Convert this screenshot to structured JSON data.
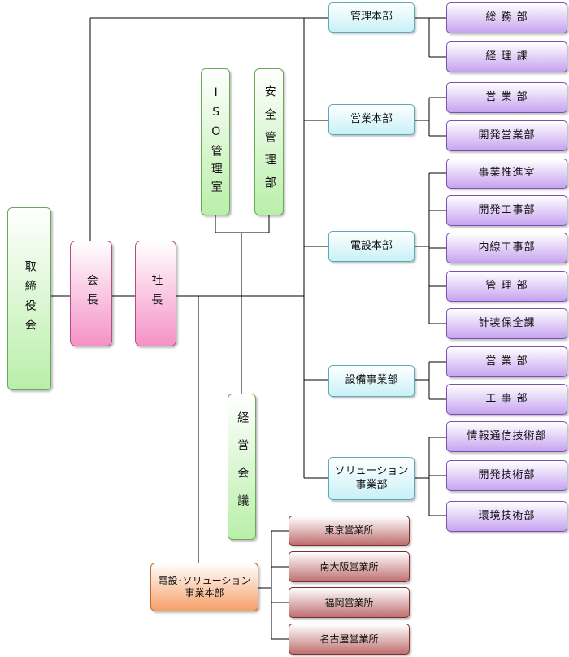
{
  "nodes": {
    "board": "取締役会",
    "chairman": "会長",
    "president": "社長",
    "iso": "ISO管理室",
    "safety": "安全管理部",
    "management_meeting": "経営会議",
    "admin_hq": "管理本部",
    "sales_hq": "営業本部",
    "electrical_hq": "電設本部",
    "equipment_div": "設備事業部",
    "solution_div": "ソリューション\n事業部",
    "es_hq": "電設･ソリューション\n事業本部"
  },
  "admin_hq_depts": [
    "総 務 部",
    "経 理 課"
  ],
  "sales_hq_depts": [
    "営 業 部",
    "開発営業部"
  ],
  "electrical_hq_depts": [
    "事業推進室",
    "開発工事部",
    "内線工事部",
    "管 理 部",
    "計装保全課"
  ],
  "equipment_depts": [
    "営 業 部",
    "工 事 部"
  ],
  "solution_depts": [
    "情報通信技術部",
    "開発技術部",
    "環境技術部"
  ],
  "offices": [
    "東京営業所",
    "南大阪営業所",
    "福岡営業所",
    "名古屋営業所"
  ]
}
